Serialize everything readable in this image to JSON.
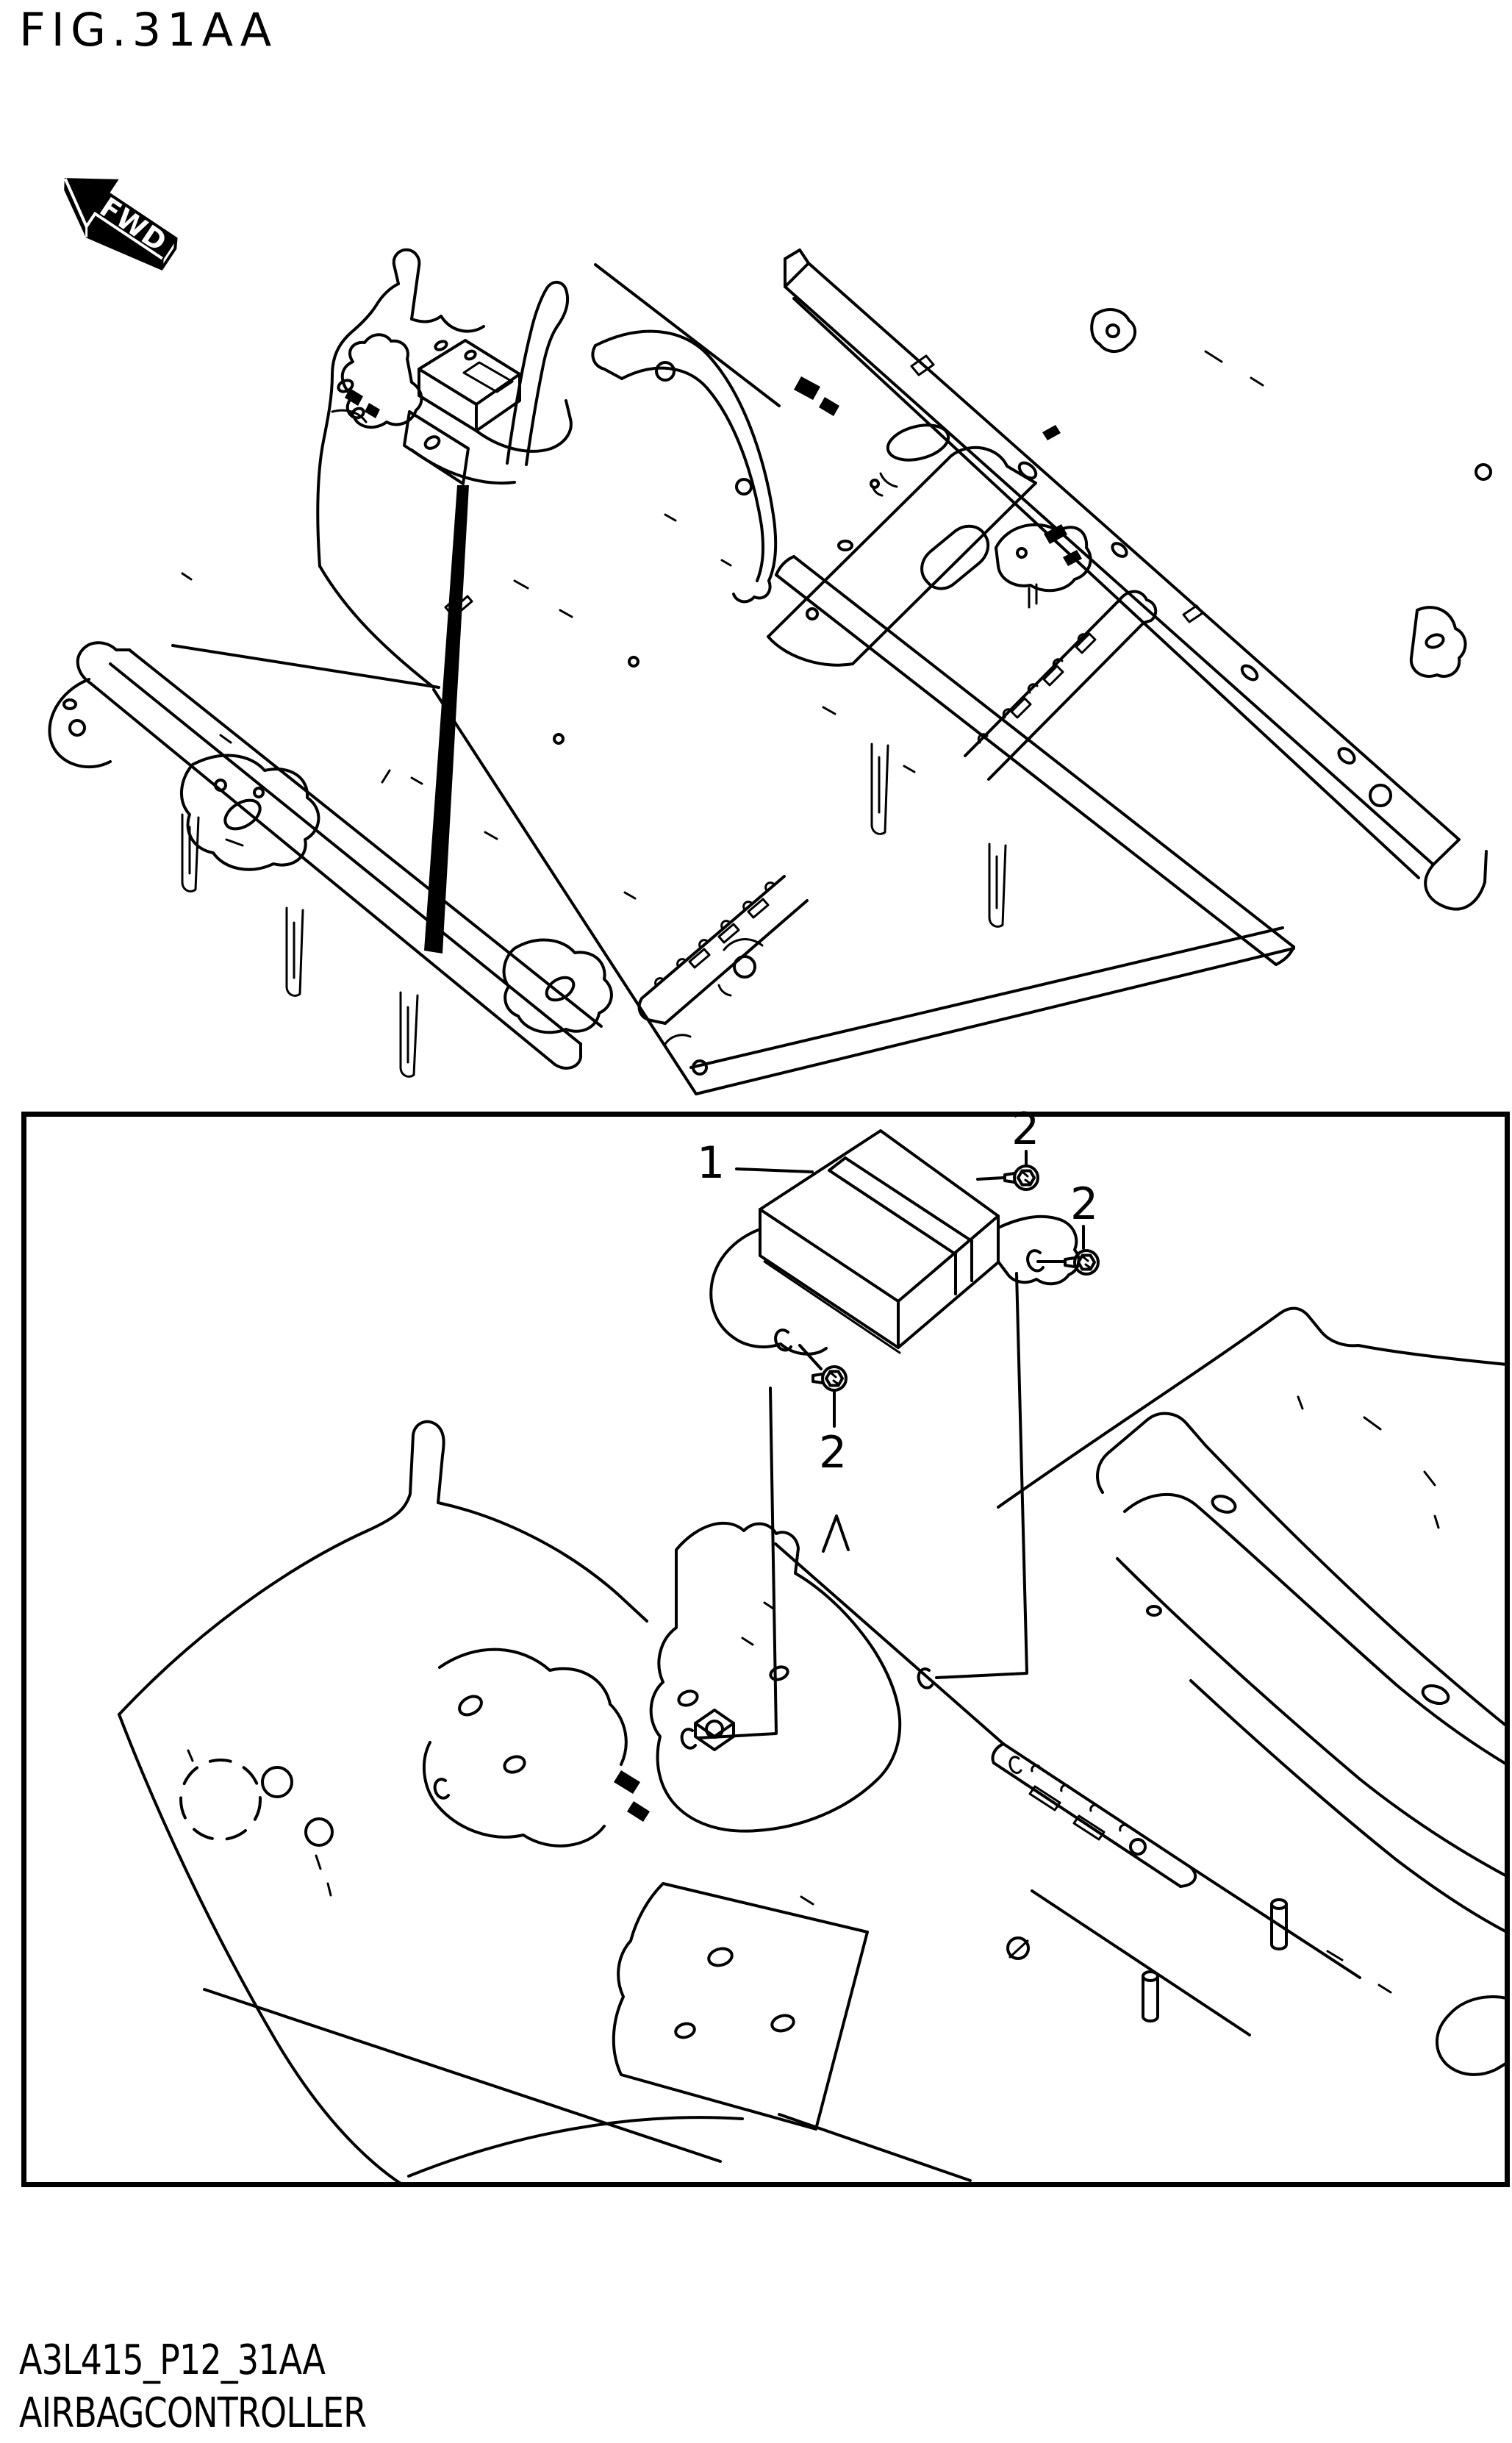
{
  "figure": {
    "title": "FIG.31AA",
    "direction_label": "FWD",
    "code_line": "A3L415_P12_31AA",
    "caption": "AIRBAGCONTROLLER"
  },
  "callouts": [
    {
      "id": "controller",
      "label": "1"
    },
    {
      "id": "bolt-upper-right",
      "label": "2"
    },
    {
      "id": "bolt-right",
      "label": "2"
    },
    {
      "id": "bolt-lower-left",
      "label": "2"
    }
  ],
  "icons": {
    "forward_arrow": "fwd-direction-arrow",
    "bolt": "hex-flange-bolt"
  },
  "colors": {
    "ink": "#000000",
    "paper": "#ffffff"
  }
}
